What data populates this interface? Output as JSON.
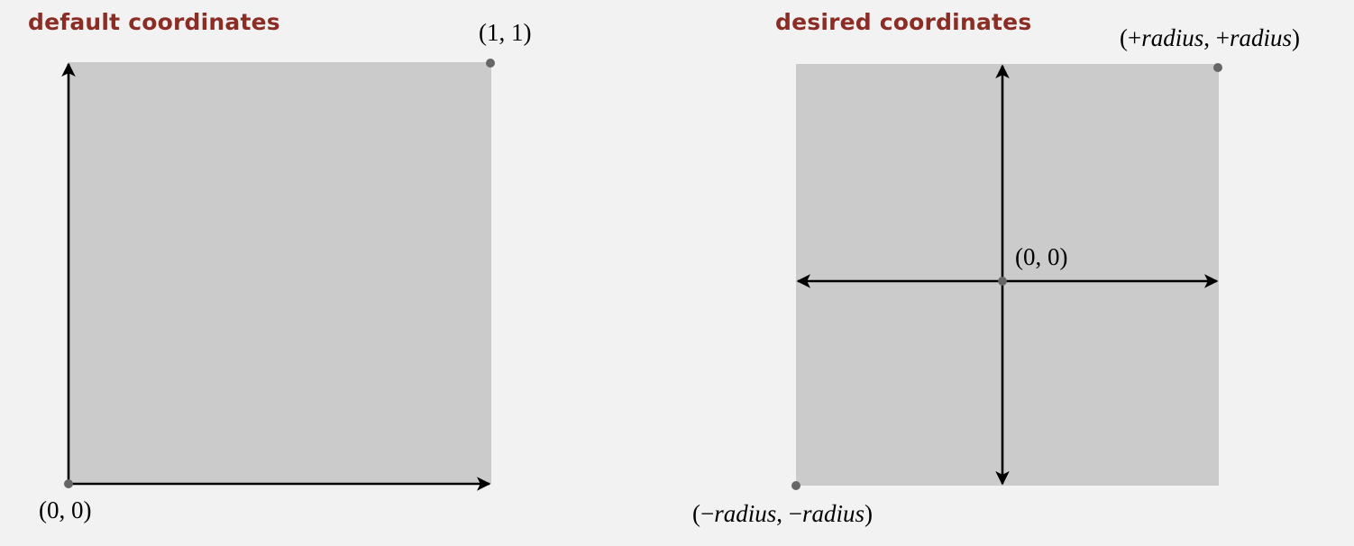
{
  "left_panel": {
    "title": "default coordinates",
    "origin_label": "(0, 0)",
    "corner_label": "(1, 1)"
  },
  "right_panel": {
    "title": "desired coordinates",
    "center_label": "(0, 0)",
    "top_right": {
      "prefix": "(+",
      "word1": "radius",
      "middle": ", +",
      "word2": "radius",
      "suffix": ")"
    },
    "bottom_left": {
      "prefix": "(−",
      "word1": "radius",
      "middle": ", −",
      "word2": "radius",
      "suffix": ")"
    }
  },
  "colors": {
    "title": "#8b2d24",
    "square_fill": "#cbcbcb",
    "point": "#666666",
    "axis": "#000000",
    "background": "#f2f2f2"
  }
}
